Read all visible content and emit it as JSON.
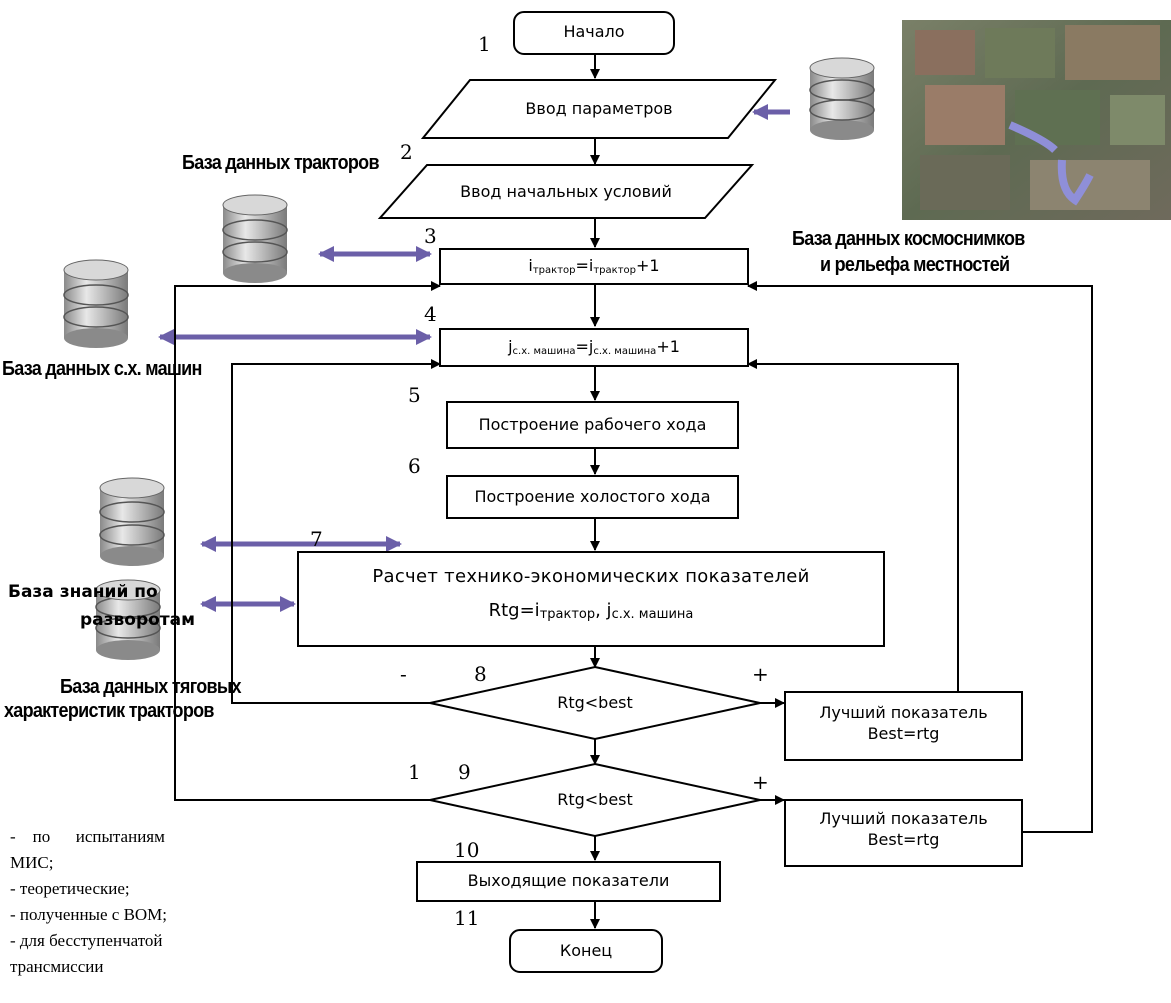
{
  "flow": {
    "start": "Начало",
    "input_params": "Ввод параметров",
    "input_initial": "Ввод начальных условий",
    "tractor_loop": {
      "lhs": "i",
      "lhs_sub": "трактор",
      "mid": "=i",
      "rhs_sub": "трактор",
      "suffix": "+1"
    },
    "machine_loop": {
      "lhs": "j",
      "lhs_sub": "с.х. машина",
      "mid": "=j",
      "rhs_sub": "с.х. машина",
      "suffix": "+1"
    },
    "work_run": "Построение рабочего хода",
    "idle_run": "Построение холостого хода",
    "calc_title": "Расчет технико-экономических показателей",
    "calc_formula": {
      "lhs": "Rtg=i",
      "sub1": "трактор",
      "sep": ", j",
      "sub2": "с.х. машина"
    },
    "cond8": "Rtg<best",
    "cond9": "Rtg<best",
    "best8_line1": "Лучший показатель",
    "best8_line2": "Best=rtg",
    "best9_line1": "Лучший показатель",
    "best9_line2": "Best=rtg",
    "output": "Выходящие показатели",
    "end": "Конец"
  },
  "step_numbers": {
    "n1": "1",
    "n2": "2",
    "n3": "3",
    "n4": "4",
    "n5": "5",
    "n6": "6",
    "n7": "7",
    "n8": "8",
    "n9": "9",
    "n9b": "1",
    "n10": "10",
    "n11": "11"
  },
  "signs": {
    "minus": "-",
    "plus8": "+",
    "plus9": "+"
  },
  "databases": {
    "tractors": "База данных тракторов",
    "space_images_line1": "База данных космоснимков",
    "space_images_line2": "и рельефа местностей",
    "agri_machines": "База данных с.х. машин",
    "turns_kb_line1": "База знаний по",
    "turns_kb_line2": "разворотам",
    "traction_line1": "База данных тяговых",
    "traction_line2": "характеристик тракторов"
  },
  "notes": [
    "-    по      испытаниям",
    "МИС;",
    "- теоретические;",
    "- полученные с ВОМ;",
    "- для бесступенчатой",
    "трансмиссии"
  ],
  "colors": {
    "db_arrow": "#6b5fa8",
    "db_gray": "#b0b0b0",
    "line": "#000000"
  }
}
